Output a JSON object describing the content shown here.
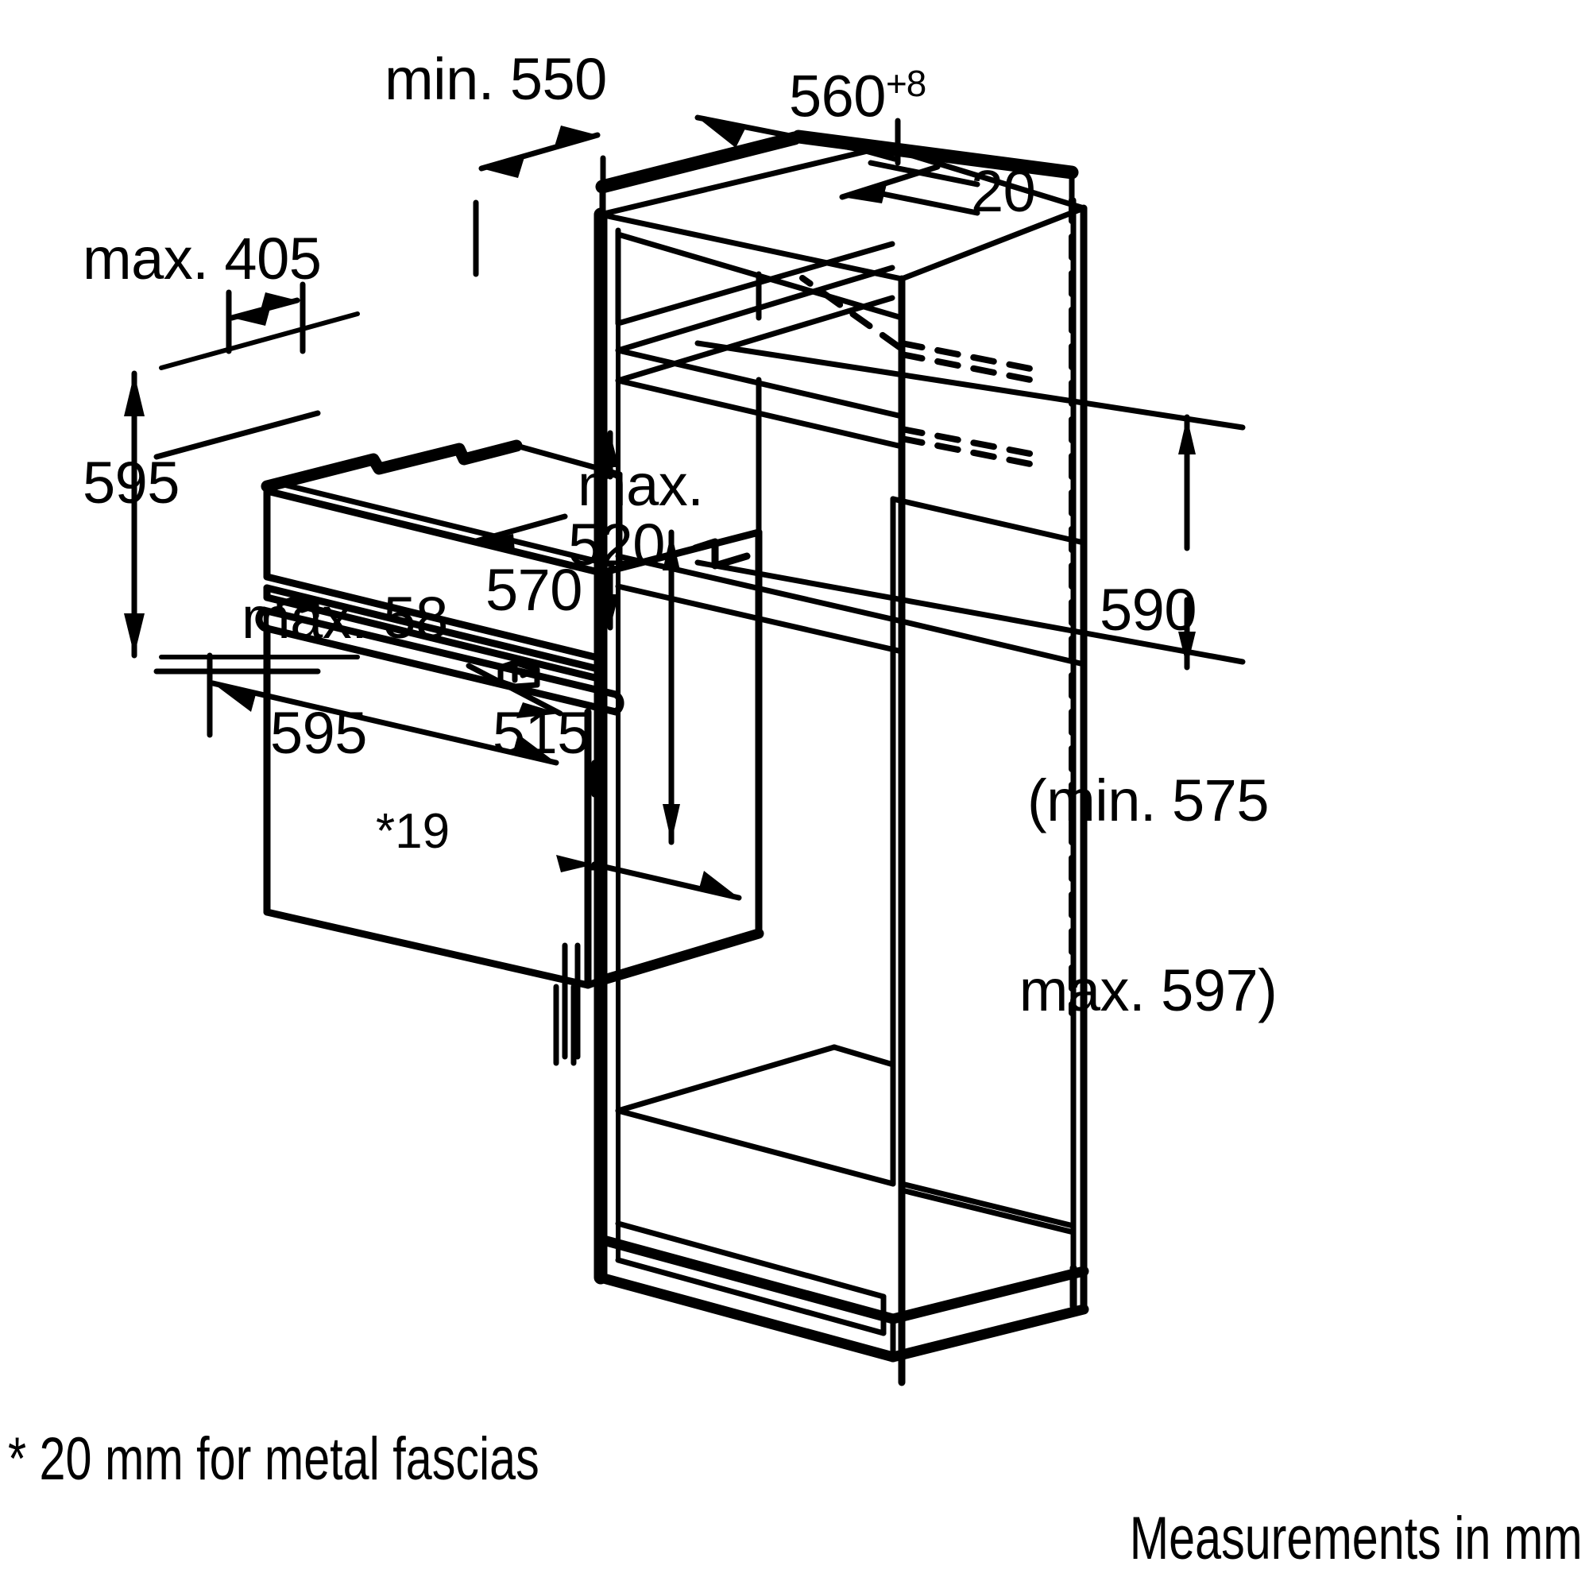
{
  "document": {
    "type": "installation-dimension-drawing",
    "subject": "Built-in oven niche installation diagram",
    "units": "mm",
    "ink_color": "#000000",
    "background_color": "#ffffff"
  },
  "dimensions": {
    "niche_depth_min": "min. 550",
    "niche_width": "560",
    "niche_width_tolerance": "+8",
    "top_gap": "20",
    "front_panel_max": "max. 405",
    "appliance_height": "595",
    "appliance_front_max": "max. 58",
    "appliance_depth": "570",
    "shelf_max": "max.",
    "shelf_max_value": "520",
    "appliance_width": "595",
    "appliance_body_width": "515",
    "fascia_thickness": "*19",
    "niche_height": "590",
    "niche_height_min": "(min. 575",
    "niche_height_max": "max. 597)"
  },
  "notes": {
    "footnote": "* 20 mm for metal fascias",
    "units_note": "Measurements in mm"
  }
}
